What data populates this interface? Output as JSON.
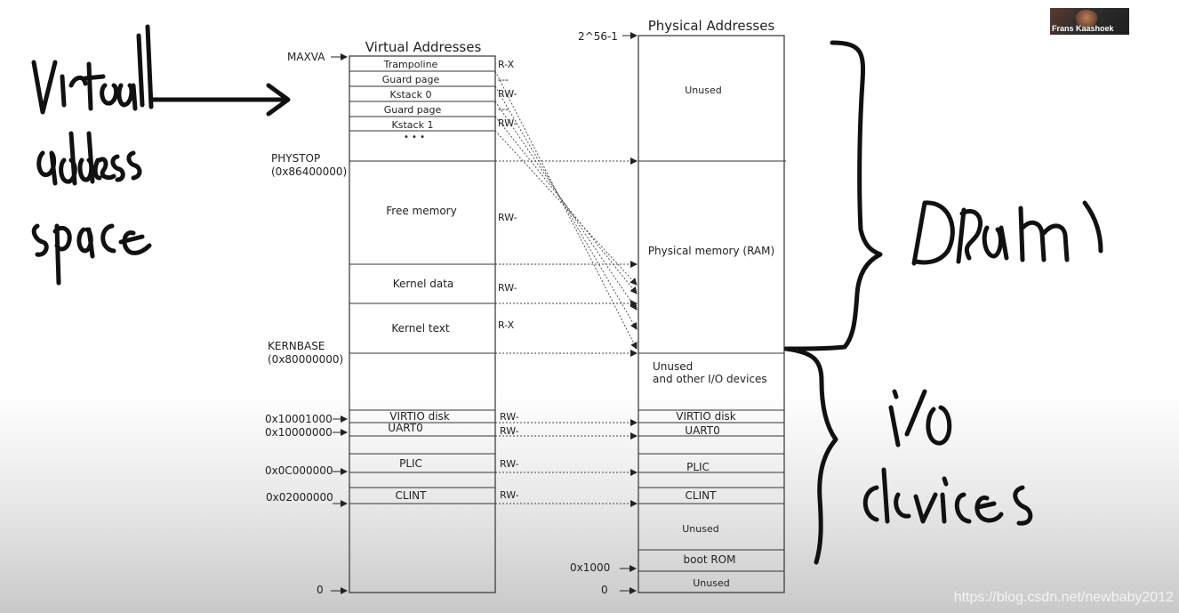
{
  "diagram": {
    "virtual_title": "Virtual Addresses",
    "physical_title": "Physical Addresses",
    "virtual_markers": {
      "maxva": "MAXVA",
      "physlot": "PHYSTOP",
      "physlot_addr": "(0x86400000)",
      "kernbase": "KERNBASE",
      "kernbase_addr": "(0x80000000)",
      "virtio": "0x10001000",
      "uart": "0x10000000",
      "plic": "0x0C000000",
      "clint": "0x02000000",
      "zero": "0"
    },
    "physical_markers": {
      "top": "2^56-1",
      "bootrom": "0x1000",
      "zero": "0"
    },
    "virtual_rows": {
      "trampoline": "Trampoline",
      "guard1": "Guard page",
      "kstack0": "Kstack 0",
      "guard2": "Guard page",
      "kstack1": "Kstack 1",
      "dots": "• • •",
      "free": "Free memory",
      "kdata": "Kernel data",
      "ktext": "Kernel text",
      "virtio": "VIRTIO disk",
      "uart": "UART0",
      "plic": "PLIC",
      "clint": "CLINT"
    },
    "permissions": {
      "trampoline": "R-X",
      "guard1": "---",
      "kstack0": "RW-",
      "guard2": "---",
      "kstack1": "RW-",
      "free": "RW-",
      "kdata": "RW-",
      "ktext": "R-X",
      "virtio": "RW-",
      "uart": "RW-",
      "plic": "RW-",
      "clint": "RW-"
    },
    "physical_rows": {
      "unused_top": "Unused",
      "ram": "Physical memory (RAM)",
      "unused_io_1": "Unused",
      "unused_io_2": "and other I/O devices",
      "virtio": "VIRTIO disk",
      "uart": "UART0",
      "plic": "PLIC",
      "clint": "CLINT",
      "unused_mid": "Unused",
      "bootrom": "boot ROM",
      "unused_bottom": "Unused"
    }
  },
  "overlay": {
    "presenter_name": "Frans Kaashoek",
    "watermark": "https://blog.csdn.net/newbaby2012"
  },
  "handwriting": {
    "left_note": "Virtual address space",
    "right_top": "DRAM",
    "right_bottom": "I/O devices"
  }
}
